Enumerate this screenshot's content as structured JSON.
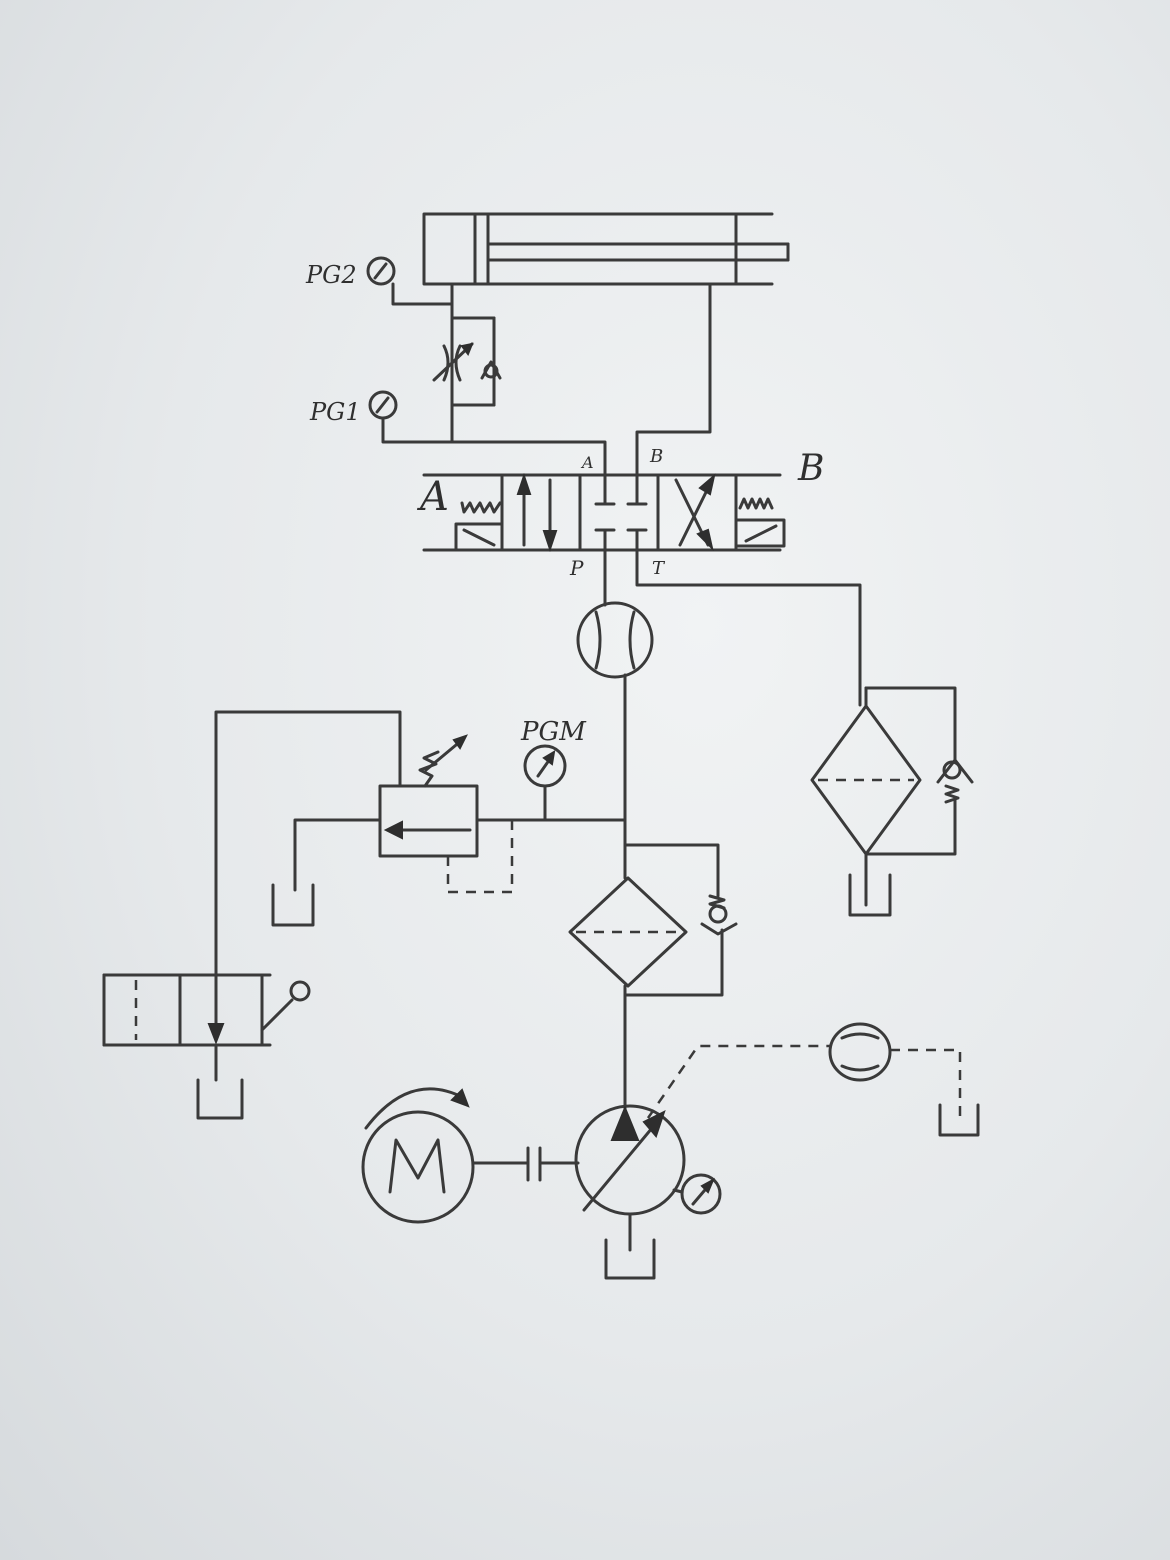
{
  "labels": {
    "gauge_pg2": "PG2",
    "gauge_pg1": "PG1",
    "solenoid_a": "A",
    "solenoid_b": "B",
    "port_a": "A",
    "port_b": "B",
    "port_p": "P",
    "port_t": "T",
    "gauge_pgm": "PGM",
    "motor": "M"
  },
  "colors": {
    "ink": "#3a3a3a",
    "paper": "#eef0f1"
  },
  "icons": [
    "hydraulic-cylinder-icon",
    "pressure-gauge-icon",
    "throttle-check-valve-icon",
    "4-3-directional-valve-icon",
    "flow-meter-icon",
    "pressure-relief-valve-icon",
    "filter-icon",
    "check-valve-icon",
    "tank-icon",
    "manual-valve-icon",
    "electric-motor-icon",
    "variable-pump-icon"
  ]
}
